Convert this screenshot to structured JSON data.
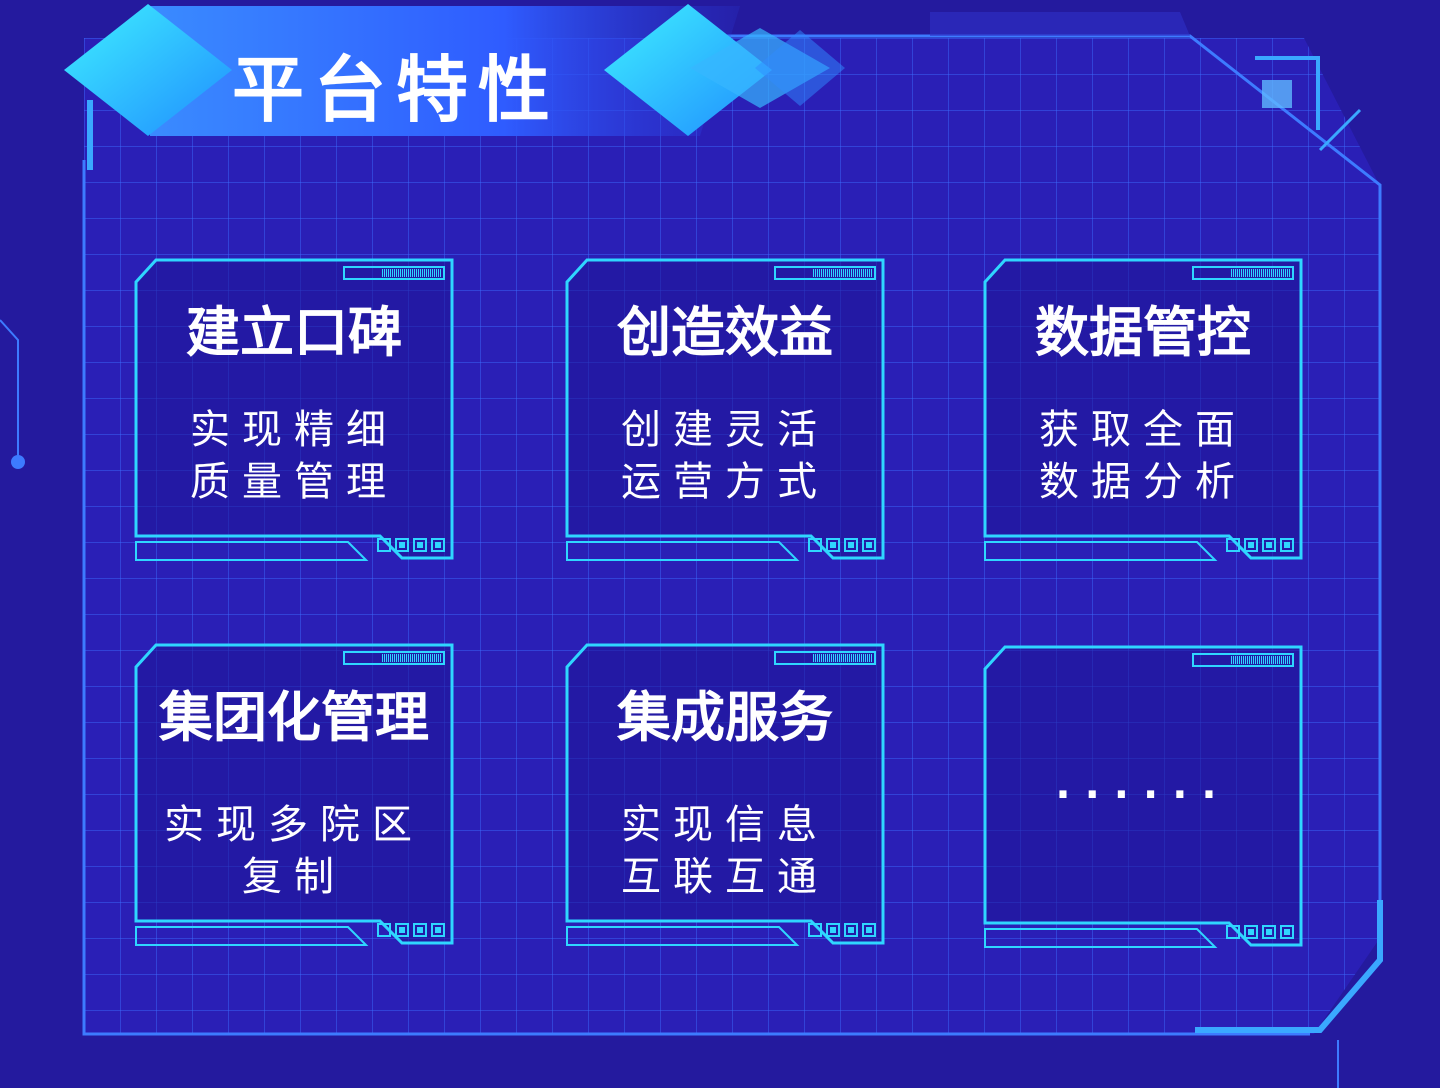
{
  "page": {
    "heading": "平台特性"
  },
  "colors": {
    "background": "#241a9e",
    "panel": "#2a1fb6",
    "grid_line": "#3c6eff",
    "accent_cyan": "#2fd6ff",
    "border_blue": "#3d7bff",
    "text": "#ffffff"
  },
  "cards": [
    {
      "title": "建立口碑",
      "desc_line1": "实现精细",
      "desc_line2": "质量管理"
    },
    {
      "title": "创造效益",
      "desc_line1": "创建灵活",
      "desc_line2": "运营方式"
    },
    {
      "title": "数据管控",
      "desc_line1": "获取全面",
      "desc_line2": "数据分析"
    },
    {
      "title": "集团化管理",
      "desc_line1": "实现多院区",
      "desc_line2": "复制"
    },
    {
      "title": "集成服务",
      "desc_line1": "实现信息",
      "desc_line2": "互联互通"
    },
    {
      "title": "",
      "ellipsis": "······"
    }
  ]
}
